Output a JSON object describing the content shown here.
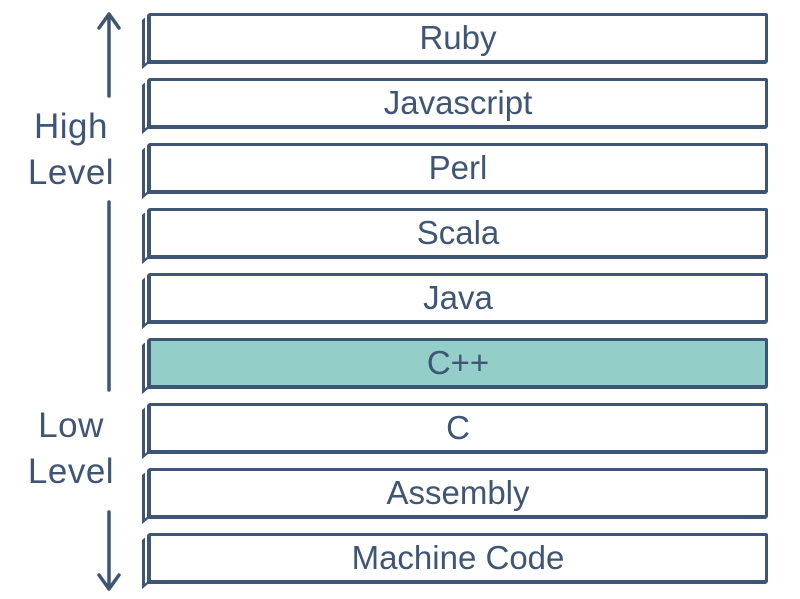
{
  "axis": {
    "high_label_line1": "High",
    "high_label_line2": "Level",
    "low_label_line1": "Low",
    "low_label_line2": "Level"
  },
  "layers": [
    {
      "label": "Ruby",
      "highlighted": false
    },
    {
      "label": "Javascript",
      "highlighted": false
    },
    {
      "label": "Perl",
      "highlighted": false
    },
    {
      "label": "Scala",
      "highlighted": false
    },
    {
      "label": "Java",
      "highlighted": false
    },
    {
      "label": "C++",
      "highlighted": true
    },
    {
      "label": "C",
      "highlighted": false
    },
    {
      "label": "Assembly",
      "highlighted": false
    },
    {
      "label": "Machine Code",
      "highlighted": false
    }
  ],
  "colors": {
    "ink": "#3e5576",
    "highlight": "#93cfc8",
    "background": "#ffffff"
  }
}
